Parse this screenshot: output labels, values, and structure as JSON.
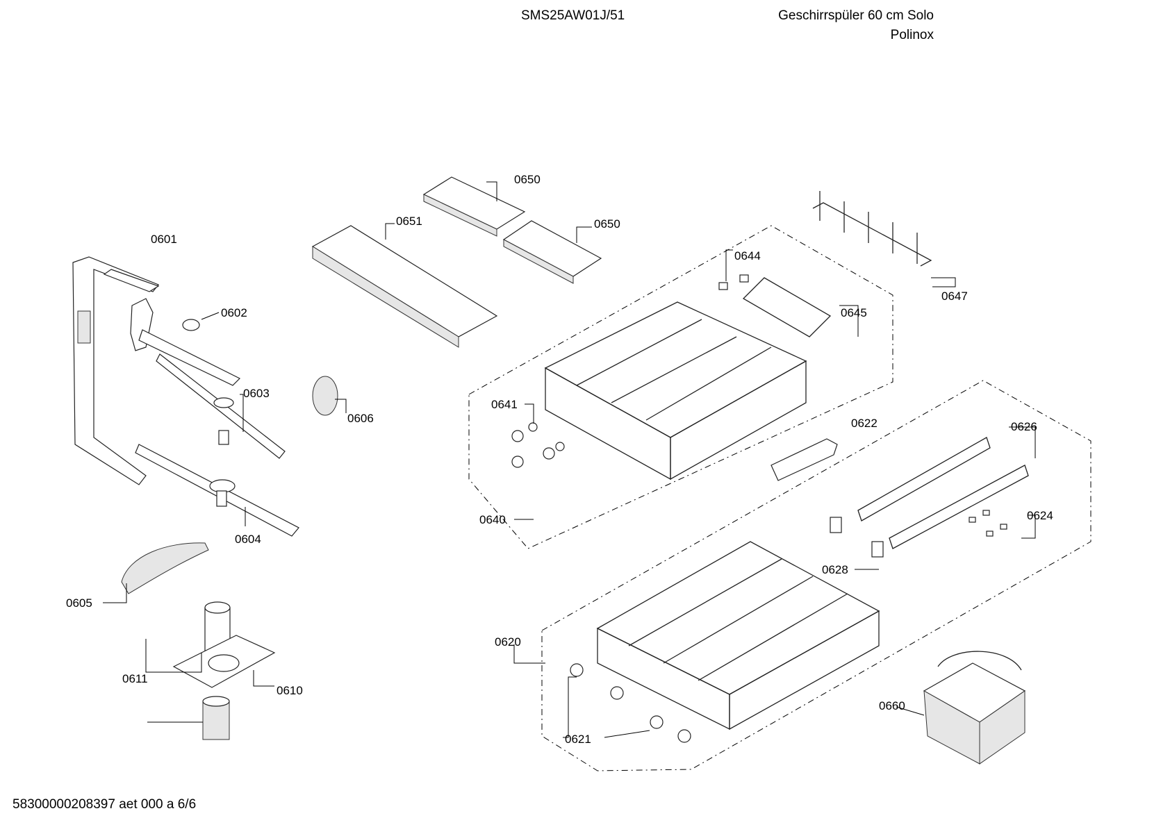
{
  "header": {
    "model": "SMS25AW01J/51",
    "title": "Geschirrspüler 60 cm Solo",
    "subtitle": "Polinox"
  },
  "footer": "58300000208397 aet 000 a 6/6",
  "parts": {
    "p0601": "0601",
    "p0602": "0602",
    "p0603": "0603",
    "p0604": "0604",
    "p0605": "0605",
    "p0606": "0606",
    "p0610": "0610",
    "p0611": "0611",
    "p0620": "0620",
    "p0621": "0621",
    "p0622": "0622",
    "p0624": "0624",
    "p0626": "0626",
    "p0628": "0628",
    "p0640": "0640",
    "p0641": "0641",
    "p0644": "0644",
    "p0645": "0645",
    "p0647": "0647",
    "p0650a": "0650",
    "p0650b": "0650",
    "p0651": "0651",
    "p0660": "0660"
  }
}
